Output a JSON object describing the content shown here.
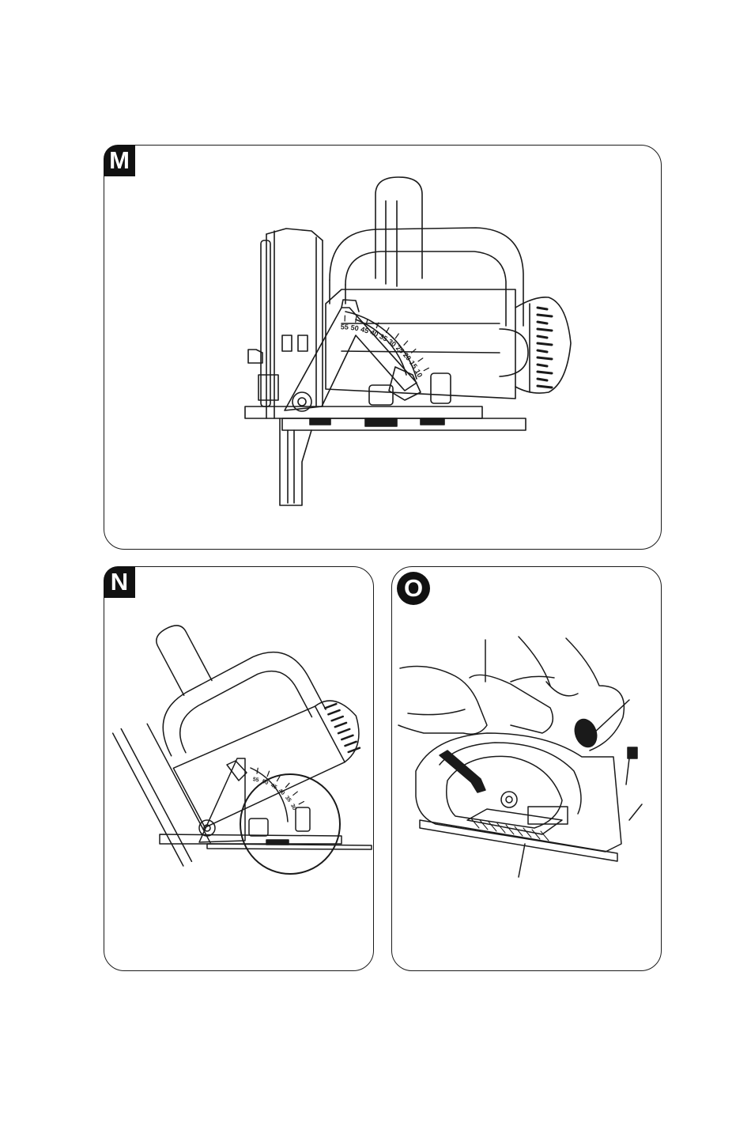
{
  "figures": {
    "m": {
      "letter": "M",
      "scale_labels": [
        "55",
        "50",
        "45",
        "40",
        "35",
        "30",
        "25",
        "20",
        "15",
        "10"
      ]
    },
    "n": {
      "letter": "N",
      "scale_labels": [
        "55",
        "50",
        "45",
        "40",
        "35",
        "30"
      ]
    },
    "o": {
      "letter": "O"
    }
  },
  "colors": {
    "ink": "#1a1a1a",
    "badge": "#111111"
  }
}
